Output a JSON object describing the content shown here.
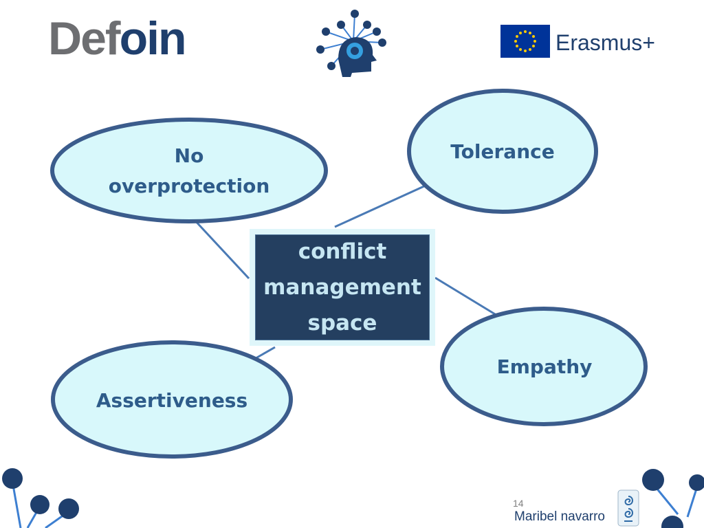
{
  "header": {
    "brand_part1": "Def",
    "brand_part2": "oin",
    "partner_name": "Erasmus+"
  },
  "diagram": {
    "center": {
      "label": "conflict\nmanagement\nspace"
    },
    "nodes": [
      {
        "id": "no-overprotection",
        "label": "No\noverprotection"
      },
      {
        "id": "tolerance",
        "label": "Tolerance"
      },
      {
        "id": "empathy",
        "label": "Empathy"
      },
      {
        "id": "assertiveness",
        "label": "Assertiveness"
      }
    ]
  },
  "footer": {
    "page_number": "14",
    "author": "Maribel navarro"
  },
  "colors": {
    "ellipse_fill": "#d8f8fb",
    "ellipse_border": "#3b5c8c",
    "connector": "#4a7ab5",
    "center_fill": "#243f60",
    "center_text": "#c6e6f2",
    "label_text": "#2e5c8a",
    "brand_dark": "#1f3f6d",
    "brand_grey": "#6d6e71"
  }
}
